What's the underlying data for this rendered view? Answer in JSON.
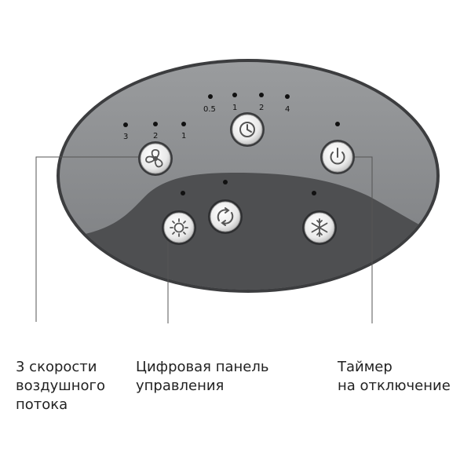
{
  "timer_scale": [
    "0.5",
    "1",
    "2",
    "4"
  ],
  "fan_speed_scale": [
    "3",
    "2",
    "1"
  ],
  "buttons": {
    "timer": "clock-icon",
    "fan": "fan-icon",
    "power": "power-icon",
    "heat": "sun-icon",
    "swing": "rotate-icon",
    "cool": "snowflake-icon"
  },
  "captions": {
    "fan_speeds": [
      "3 скорости",
      "воздушного",
      "потока"
    ],
    "digital_panel": [
      "Цифровая панель",
      "управления"
    ],
    "timer_off": [
      "Таймер",
      "на отключение"
    ]
  },
  "colors": {
    "panel_light": "#8a8c8e",
    "panel_dark": "#4e4f51",
    "button": "#f1f1f1",
    "indicator": "#111111"
  }
}
